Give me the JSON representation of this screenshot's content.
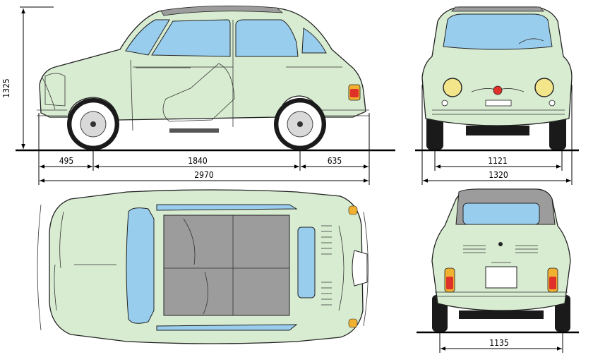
{
  "colors": {
    "body": "#d8ecd1",
    "glass": "#99cdee",
    "roof": "#9c9c9c",
    "tyre": "#1a1a1a",
    "taillight_red": "#e0302a",
    "taillight_amber": "#f0b030",
    "headlight": "#f3e58a"
  },
  "dimensions": {
    "height": "1325",
    "front_overhang": "495",
    "wheelbase": "1840",
    "rear_overhang": "635",
    "overall_length": "2970",
    "front_track": "1121",
    "overall_width": "1320",
    "rear_track": "1135"
  },
  "views": [
    "side",
    "front",
    "top",
    "rear"
  ]
}
